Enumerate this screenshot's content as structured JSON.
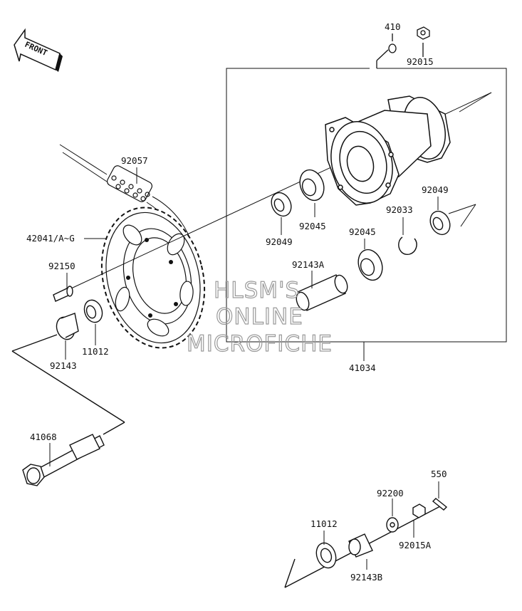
{
  "front_arrow": {
    "text": "FRONT"
  },
  "parts": {
    "p410": "410",
    "p92015": "92015",
    "p92057": "92057",
    "p92049_top": "92049",
    "p42041": "42041/A~G",
    "p92033": "92033",
    "p92049_left": "92049",
    "p92045_left": "92045",
    "p92045_mid": "92045",
    "p92143A": "92143A",
    "p92150": "92150",
    "p11012_top": "11012",
    "p92143": "92143",
    "p41034": "41034",
    "p41068": "41068",
    "p550": "550",
    "p92200": "92200",
    "p11012_bottom": "11012",
    "p92015A": "92015A",
    "p92143B": "92143B"
  },
  "watermark": {
    "line1": "HLSM'S",
    "line2": "ONLINE",
    "line3": "MICROFICHE"
  }
}
